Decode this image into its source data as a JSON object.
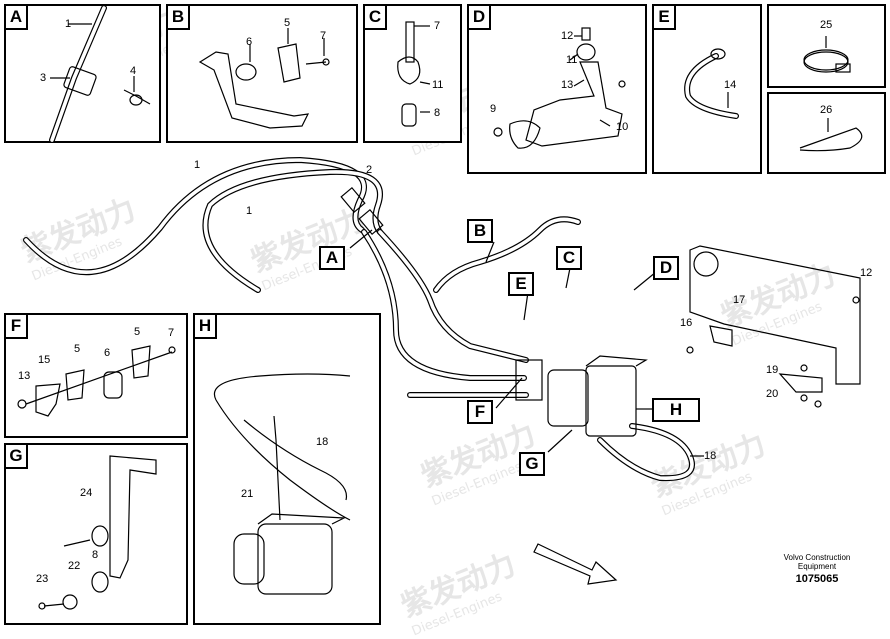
{
  "watermark": {
    "brand": "紫发动力",
    "sub": "Diesel-Engines"
  },
  "panels": [
    {
      "id": "A",
      "callouts": [
        "1",
        "3",
        "4"
      ]
    },
    {
      "id": "B",
      "callouts": [
        "5",
        "6",
        "7"
      ]
    },
    {
      "id": "C",
      "callouts": [
        "7",
        "11",
        "8"
      ]
    },
    {
      "id": "D",
      "callouts": [
        "12",
        "11",
        "13",
        "9",
        "10"
      ]
    },
    {
      "id": "E",
      "callouts": [
        "14"
      ]
    },
    {
      "id": "P25",
      "callouts": [
        "25"
      ]
    },
    {
      "id": "P26",
      "callouts": [
        "26"
      ]
    },
    {
      "id": "F",
      "callouts": [
        "15",
        "13",
        "5",
        "6",
        "5",
        "7"
      ]
    },
    {
      "id": "G",
      "callouts": [
        "24",
        "23",
        "22",
        "8"
      ]
    },
    {
      "id": "H",
      "callouts": [
        "18",
        "21"
      ]
    }
  ],
  "main_callouts": {
    "c1a": "1",
    "c1b": "1",
    "c2": "2",
    "c12": "12",
    "c17": "17",
    "c16": "16",
    "c19": "19",
    "c20": "20",
    "c18": "18"
  },
  "main_tags": {
    "A": "A",
    "B": "B",
    "C": "C",
    "D": "D",
    "E": "E",
    "F": "F",
    "G": "G",
    "H": "H"
  },
  "credit": {
    "line1": "Volvo Construction",
    "line2": "Equipment",
    "number": "1075065"
  }
}
